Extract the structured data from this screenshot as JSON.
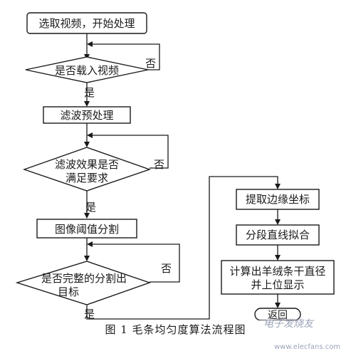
{
  "diagram": {
    "start": "选取视频，开始处理",
    "decision_load": "是否载入视频",
    "filter": "滤波预处理",
    "decision_filter_line1": "滤波效果是否",
    "decision_filter_line2": "满足要求",
    "segment": "图像阈值分割",
    "decision_segment_line1": "是否完整的分割出",
    "decision_segment_line2": "目标",
    "extract_edges": "提取边缘坐标",
    "line_fit": "分段直线拟合",
    "compute_line1": "计算出羊绒条干直径",
    "compute_line2": "并上位显示",
    "end": "返回",
    "yes": "是",
    "no": "否"
  },
  "caption": "图 1   毛条均匀度算法流程图",
  "watermark": {
    "brand": "电子发烧友",
    "url": "www.elecfans.com"
  }
}
